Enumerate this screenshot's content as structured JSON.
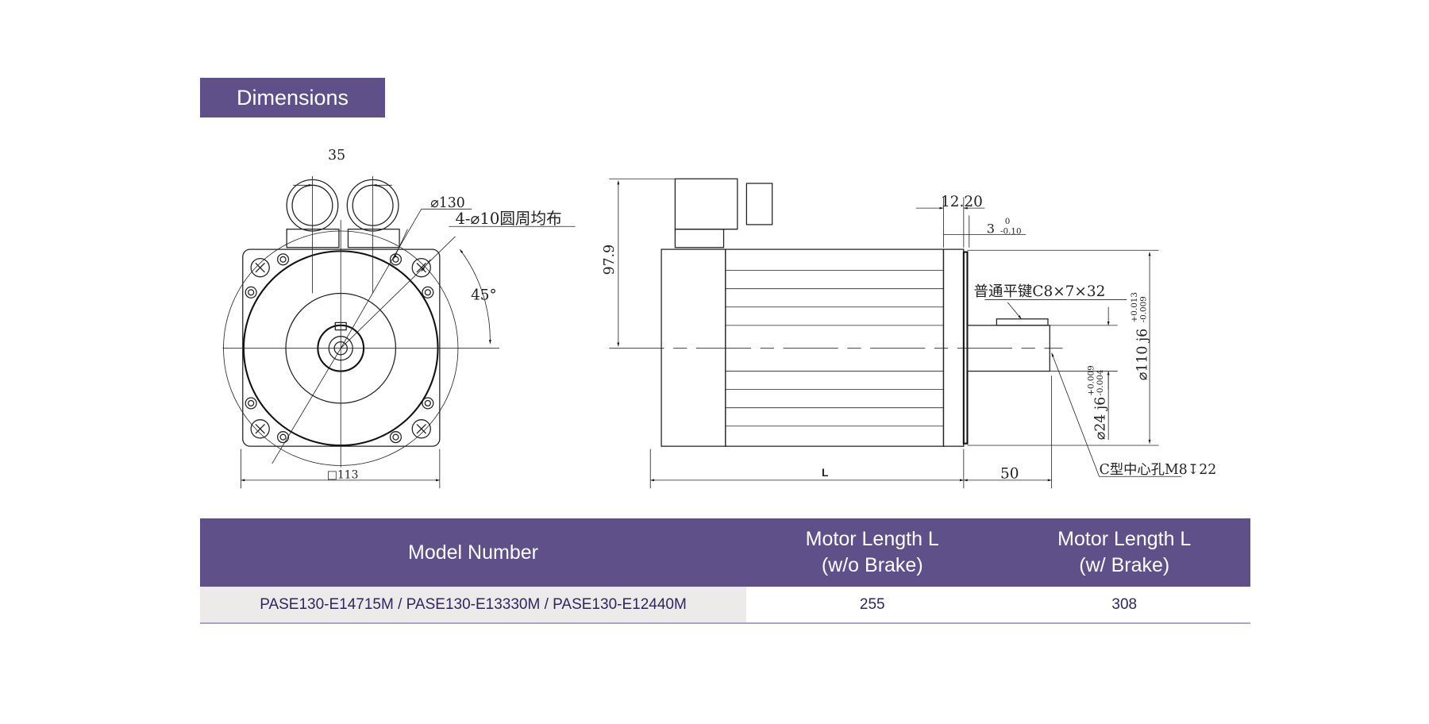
{
  "title": "Dimensions",
  "front_view": {
    "connector_spacing": "35",
    "flange_circle": "⌀130",
    "mounting_holes": "4-⌀10圆周均布",
    "hole_angle": "45°",
    "square_size": "□113"
  },
  "side_view": {
    "connector_height": "97.9",
    "flange_thickness": "12.20",
    "spigot_depth": "3",
    "spigot_tol_upper": "0",
    "spigot_tol_lower": "-0.10",
    "key": "普通平键C8×7×32",
    "spigot_diameter": "⌀110 j6",
    "spigot_dia_tol_upper": "+0.013",
    "spigot_dia_tol_lower": "-0.009",
    "shaft_diameter": "⌀24 j6",
    "shaft_tol_upper": "+0.009",
    "shaft_tol_lower": "-0.004",
    "center_hole": "C型中心孔M8↧22",
    "length_label": "L",
    "shaft_length": "50"
  },
  "table": {
    "headers": [
      "Model Number",
      "Motor Length L",
      "(w/o Brake)",
      "Motor Length L",
      "(w/ Brake)"
    ],
    "rows": [
      {
        "model": "PASE130-E14715M / PASE130-E13330M / PASE130-E12440M",
        "no_brake": "255",
        "brake": "308"
      }
    ]
  },
  "colors": {
    "accent": "#5f508a",
    "row_bg": "#ecebea",
    "text": "#2f2660"
  }
}
